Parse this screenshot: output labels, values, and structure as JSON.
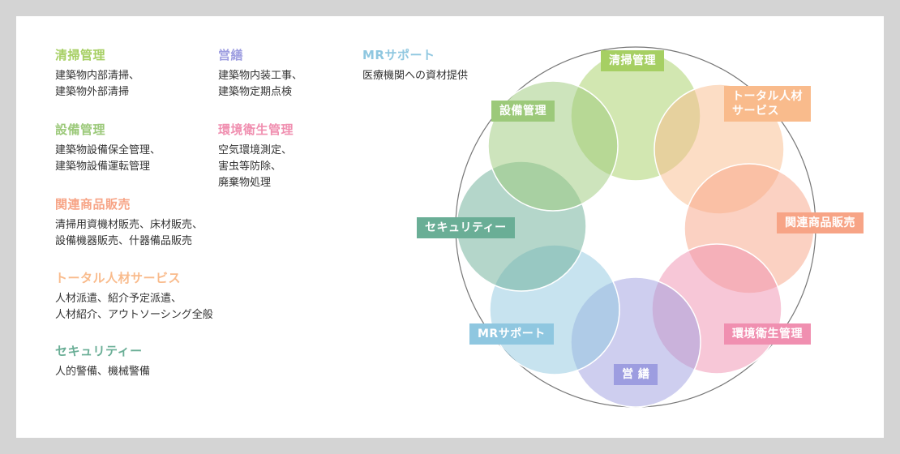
{
  "colors": {
    "cleaning": "#a6cf63",
    "facility": "#9cc97a",
    "security": "#6aae96",
    "mr": "#8fc7e0",
    "construction": "#9d9de0",
    "environment": "#f08fb0",
    "products": "#f7a486",
    "staffing": "#f9bb8c"
  },
  "services": {
    "cleaning": {
      "title": "清掃管理",
      "desc": "建築物内部清掃、\n建築物外部清掃"
    },
    "construction": {
      "title": "営繕",
      "desc": "建築物内装工事、\n建築物定期点検"
    },
    "mr": {
      "title": "MRサポート",
      "desc": "医療機関への資材提供"
    },
    "facility": {
      "title": "設備管理",
      "desc": "建築物設備保全管理、\n建築物設備運転管理"
    },
    "environment": {
      "title": "環境衛生管理",
      "desc": "空気環境測定、\n害虫等防除、\n廃棄物処理"
    },
    "products": {
      "title": "関連商品販売",
      "desc": "清掃用資機材販売、床材販売、\n設備機器販売、什器備品販売"
    },
    "staffing": {
      "title": "トータル人材サービス",
      "desc": "人材派遣、紹介予定派遣、\n人材紹介、アウトソーシング全般"
    },
    "security": {
      "title": "セキュリティー",
      "desc": "人的警備、機械警備"
    }
  },
  "diagram": {
    "labels": {
      "cleaning": "清掃管理",
      "staffing": "トータル人材\nサービス",
      "products": "関連商品販売",
      "environment": "環境衛生管理",
      "construction": "営 繕",
      "mr": "MRサポート",
      "security": "セキュリティー",
      "facility": "設備管理"
    }
  }
}
